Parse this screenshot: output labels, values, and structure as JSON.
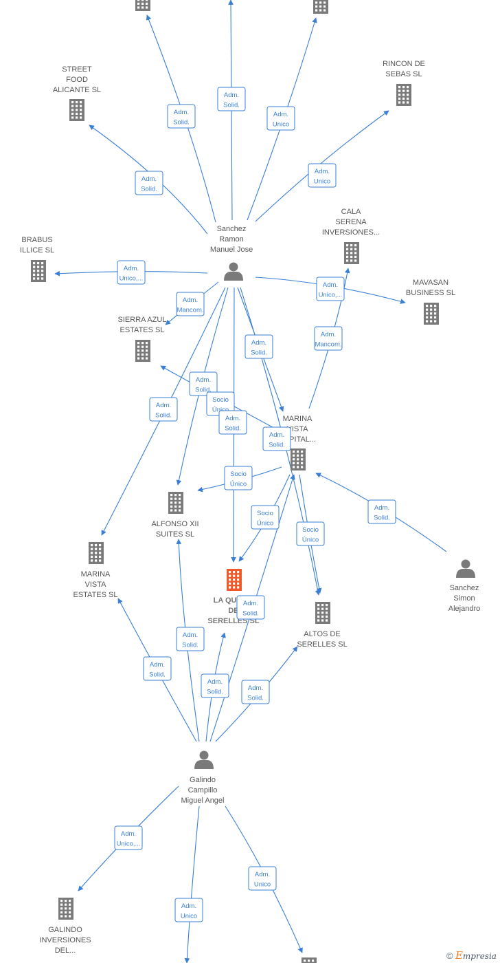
{
  "nodes": [
    {
      "id": "top-left-company",
      "type": "company",
      "label": []
    },
    {
      "id": "top-right-company",
      "type": "company",
      "label": []
    },
    {
      "id": "street-food",
      "type": "company",
      "label": [
        "STREET",
        "FOOD",
        "ALICANTE  SL"
      ]
    },
    {
      "id": "rincon-sebas",
      "type": "company",
      "label": [
        "RINCON DE",
        "SEBAS  SL"
      ]
    },
    {
      "id": "sanchez-ramon",
      "type": "person",
      "label": [
        "Sanchez",
        "Ramon",
        "Manuel Jose"
      ]
    },
    {
      "id": "cala-serena",
      "type": "company",
      "label": [
        "CALA",
        "SERENA",
        "INVERSIONES..."
      ]
    },
    {
      "id": "brabus",
      "type": "company",
      "label": [
        "BRABUS",
        "ILLICE  SL"
      ]
    },
    {
      "id": "mavasan",
      "type": "company",
      "label": [
        "MAVASAN",
        "BUSINESS  SL"
      ]
    },
    {
      "id": "sierra-azul",
      "type": "company",
      "label": [
        "SIERRA AZUL",
        "ESTATES  SL"
      ]
    },
    {
      "id": "marina-capital",
      "type": "company",
      "label": [
        "MARINA",
        "VISTA",
        "CAPITAL..."
      ]
    },
    {
      "id": "alfonso-xii",
      "type": "company",
      "label": [
        "ALFONSO XII",
        "SUITES  SL"
      ]
    },
    {
      "id": "marina-estates",
      "type": "company",
      "label": [
        "MARINA",
        "VISTA",
        "ESTATES  SL"
      ]
    },
    {
      "id": "la-quinta",
      "type": "company",
      "highlight": true,
      "label": [
        "LA QUINTA",
        "DE",
        "SERELLES  SL"
      ]
    },
    {
      "id": "sanchez-simon",
      "type": "person",
      "label": [
        "Sanchez",
        "Simon",
        "Alejandro"
      ]
    },
    {
      "id": "altos-serelles",
      "type": "company",
      "label": [
        "ALTOS DE",
        "SERELLES  SL"
      ]
    },
    {
      "id": "galindo-campillo",
      "type": "person",
      "label": [
        "Galindo",
        "Campillo",
        "Miguel Angel"
      ]
    },
    {
      "id": "galindo-inversiones",
      "type": "company",
      "label": [
        "GALINDO",
        "INVERSIONES",
        "DEL..."
      ]
    },
    {
      "id": "bottom-right-company",
      "type": "company",
      "label": []
    }
  ],
  "edges": [
    {
      "from": "sanchez-ramon",
      "to": "top-left-company",
      "label": [
        "Adm.",
        "Solid."
      ]
    },
    {
      "from": "sanchez-ramon",
      "to": "top-center",
      "label": [
        "Adm.",
        "Solid."
      ]
    },
    {
      "from": "sanchez-ramon",
      "to": "top-right-company",
      "label": [
        "Adm.",
        "Unico"
      ]
    },
    {
      "from": "sanchez-ramon",
      "to": "street-food",
      "label": [
        "Adm.",
        "Solid."
      ]
    },
    {
      "from": "sanchez-ramon",
      "to": "rincon-sebas",
      "label": [
        "Adm.",
        "Unico"
      ]
    },
    {
      "from": "sanchez-ramon",
      "to": "brabus",
      "label": [
        "Adm.",
        "Unico,..."
      ]
    },
    {
      "from": "sanchez-ramon",
      "to": "mavasan",
      "label": [
        "Adm.",
        "Unico,..."
      ]
    },
    {
      "from": "sanchez-ramon",
      "to": "sierra-azul",
      "label": [
        "Adm.",
        "Mancom."
      ]
    },
    {
      "from": "marina-capital",
      "to": "cala-serena",
      "label": [
        "Adm.",
        "Mancom."
      ]
    },
    {
      "from": "sanchez-ramon",
      "to": "marina-capital",
      "label": [
        "Adm.",
        "Solid."
      ]
    },
    {
      "from": "marina-capital",
      "to": "sierra-azul",
      "label": [
        "Adm.",
        "Solid."
      ]
    },
    {
      "from": "sanchez-ramon",
      "to": "alfonso-xii",
      "label": [
        "Socio",
        "Único"
      ]
    },
    {
      "from": "sanchez-ramon",
      "to": "la-quinta",
      "label": [
        "Adm.",
        "Solid."
      ]
    },
    {
      "from": "sanchez-ramon",
      "to": "altos-serelles",
      "label": [
        "Adm.",
        "Solid."
      ]
    },
    {
      "from": "sanchez-ramon",
      "to": "marina-estates",
      "label": [
        "Adm.",
        "Solid."
      ]
    },
    {
      "from": "marina-capital",
      "to": "alfonso-xii",
      "label": [
        "Socio",
        "Único"
      ]
    },
    {
      "from": "marina-capital",
      "to": "la-quinta",
      "label": [
        "Socio",
        "Único"
      ]
    },
    {
      "from": "marina-capital",
      "to": "altos-serelles",
      "label": [
        "Socio",
        "Único"
      ]
    },
    {
      "from": "sanchez-simon",
      "to": "marina-capital",
      "label": [
        "Adm.",
        "Solid."
      ]
    },
    {
      "from": "galindo-campillo",
      "to": "marina-estates",
      "label": [
        "Adm.",
        "Solid."
      ]
    },
    {
      "from": "galindo-campillo",
      "to": "alfonso-xii",
      "label": [
        "Adm.",
        "Solid."
      ]
    },
    {
      "from": "galindo-campillo",
      "to": "la-quinta",
      "label": [
        "Adm.",
        "Solid."
      ]
    },
    {
      "from": "galindo-campillo",
      "to": "marina-capital",
      "label": [
        "Adm.",
        "Solid."
      ]
    },
    {
      "from": "galindo-campillo",
      "to": "altos-serelles",
      "label": [
        "Adm.",
        "Solid."
      ]
    },
    {
      "from": "galindo-campillo",
      "to": "galindo-inversiones",
      "label": [
        "Adm.",
        "Unico,..."
      ]
    },
    {
      "from": "galindo-campillo",
      "to": "bottom-center",
      "label": [
        "Adm.",
        "Unico"
      ]
    },
    {
      "from": "galindo-campillo",
      "to": "bottom-right-company",
      "label": [
        "Adm.",
        "Unico"
      ]
    }
  ],
  "colors": {
    "edge": "#3a7fd5",
    "icon": "#7a7a7a",
    "highlight": "#f05a28",
    "label": "#555555"
  },
  "footer": {
    "copyright": "©",
    "brand_initial": "E",
    "brand_rest": "mpresia"
  }
}
